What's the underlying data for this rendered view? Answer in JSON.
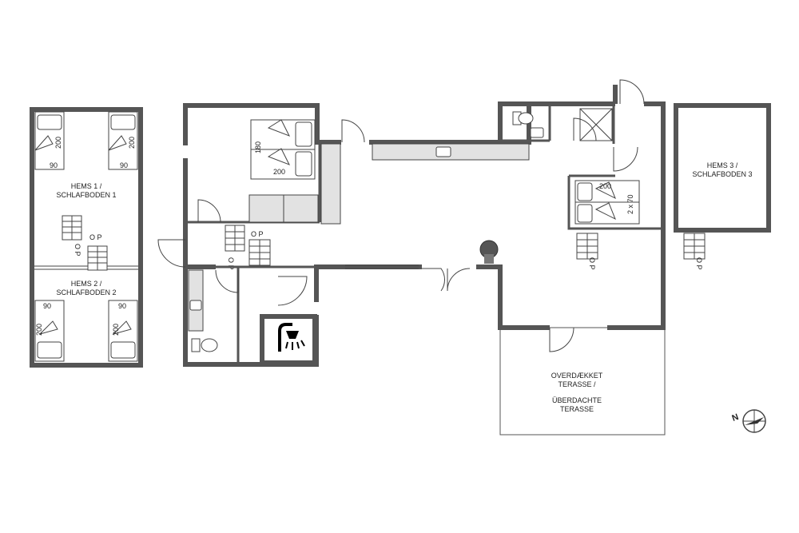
{
  "rooms": {
    "hems1": {
      "line1": "HEMS 1 /",
      "line2": "SCHLAFBODEN 1"
    },
    "hems2": {
      "line1": "HEMS 2 /",
      "line2": "SCHLAFBODEN 2"
    },
    "hems3": {
      "line1": "HEMS 3 /",
      "line2": "SCHLAFBODEN 3"
    },
    "terrace": {
      "line1": "OVERDÆKKET",
      "line2": "TERASSE /",
      "line3": "ÜBERDACHTE",
      "line4": "TERASSE"
    }
  },
  "beds": {
    "b1_len": "200",
    "b1_w": "90",
    "b2_len": "200",
    "b2_w": "90",
    "b3_len": "200",
    "b3_w": "90",
    "b4_len": "200",
    "b4_w": "90",
    "dbl_w": "180",
    "dbl_len": "200",
    "bunk_len": "200",
    "bunk_w": "2 x 70"
  },
  "ladder": {
    "label": "O P"
  },
  "compass": {
    "label": "N"
  }
}
